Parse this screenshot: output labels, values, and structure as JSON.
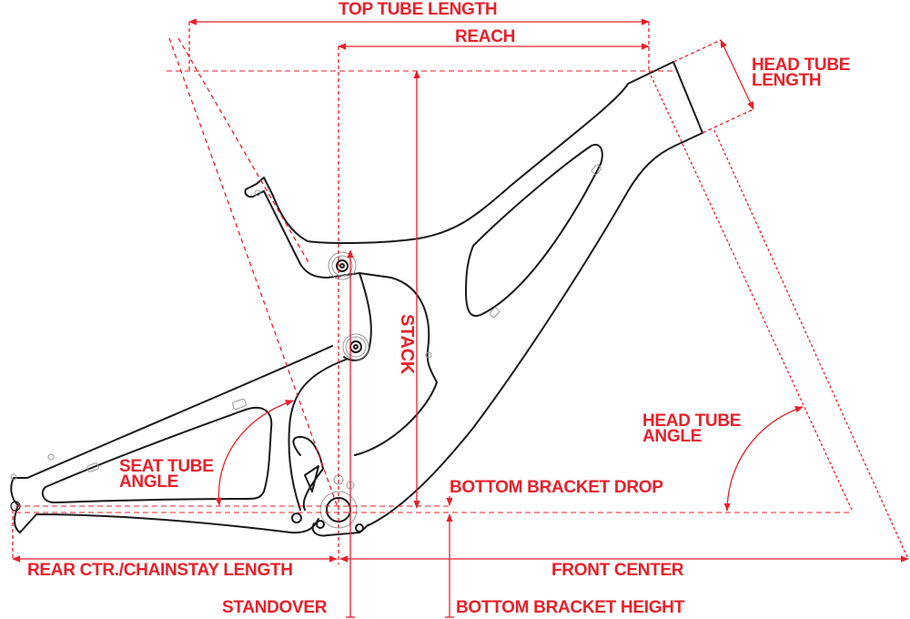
{
  "diagram": {
    "title": "Bike Frame Geometry",
    "accent_color": "#e8202a",
    "frame_color": "#1a1a1a",
    "labels": {
      "top_tube_length": "TOP TUBE LENGTH",
      "reach": "REACH",
      "head_tube_length": [
        "HEAD TUBE",
        "LENGTH"
      ],
      "stack": "STACK",
      "head_tube_angle": [
        "HEAD TUBE",
        "ANGLE"
      ],
      "seat_tube_angle": [
        "SEAT TUBE",
        "ANGLE"
      ],
      "bottom_bracket_drop": "BOTTOM BRACKET DROP",
      "rear_center": "REAR CTR./CHAINSTAY LENGTH",
      "front_center": "FRONT CENTER",
      "standover": "STANDOVER",
      "bottom_bracket_height": "BOTTOM BRACKET HEIGHT"
    }
  }
}
